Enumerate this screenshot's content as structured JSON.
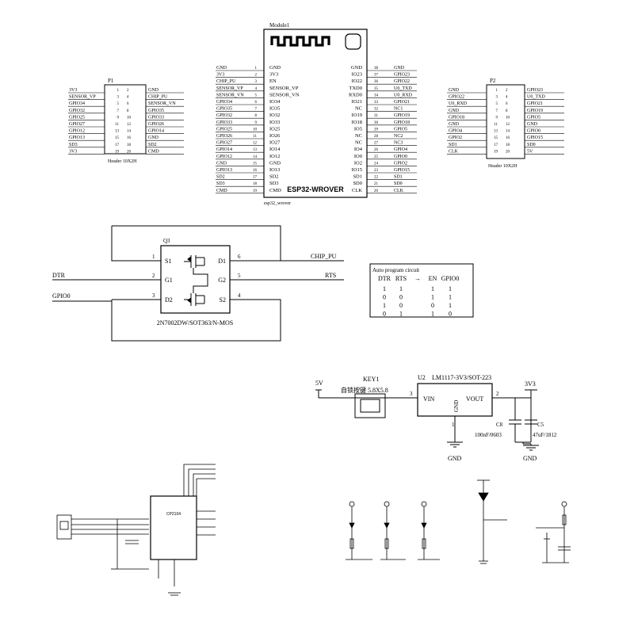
{
  "esp32_module": {
    "ref": "Module1",
    "chip_label": "ESP32-WROVER",
    "part": "esp32_wrover",
    "left_pins": [
      {
        "num": "1",
        "net": "GND",
        "name": "GND"
      },
      {
        "num": "2",
        "net": "3V3",
        "name": "3V3"
      },
      {
        "num": "3",
        "net": "CHIP_PU",
        "name": "EN"
      },
      {
        "num": "4",
        "net": "SENSOR_VP",
        "name": "SENSOR_VP"
      },
      {
        "num": "5",
        "net": "SENSOR_VN",
        "name": "SENSOR_VN"
      },
      {
        "num": "6",
        "net": "GPIO34",
        "name": "IO34"
      },
      {
        "num": "7",
        "net": "GPIO35",
        "name": "IO35"
      },
      {
        "num": "8",
        "net": "GPIO32",
        "name": "IO32"
      },
      {
        "num": "9",
        "net": "GPIO33",
        "name": "IO33"
      },
      {
        "num": "10",
        "net": "GPIO25",
        "name": "IO25"
      },
      {
        "num": "11",
        "net": "GPIO26",
        "name": "IO26"
      },
      {
        "num": "12",
        "net": "GPIO27",
        "name": "IO27"
      },
      {
        "num": "13",
        "net": "GPIO14",
        "name": "IO14"
      },
      {
        "num": "14",
        "net": "GPIO12",
        "name": "IO12"
      },
      {
        "num": "15",
        "net": "GND",
        "name": "GND"
      },
      {
        "num": "16",
        "net": "GPIO13",
        "name": "IO13"
      },
      {
        "num": "17",
        "net": "SD2",
        "name": "SD2"
      },
      {
        "num": "18",
        "net": "SD3",
        "name": "SD3"
      },
      {
        "num": "19",
        "net": "CMD",
        "name": "CMD"
      }
    ],
    "right_pins": [
      {
        "num": "38",
        "net": "GND",
        "name": "GND"
      },
      {
        "num": "37",
        "net": "GPIO23",
        "name": "IO23"
      },
      {
        "num": "36",
        "net": "GPIO22",
        "name": "IO22"
      },
      {
        "num": "35",
        "net": "U0_TXD",
        "name": "TXD0"
      },
      {
        "num": "34",
        "net": "U0_RXD",
        "name": "RXD0"
      },
      {
        "num": "33",
        "net": "GPIO21",
        "name": "IO21"
      },
      {
        "num": "32",
        "net": "NC1",
        "name": "NC"
      },
      {
        "num": "31",
        "net": "GPIO19",
        "name": "IO19"
      },
      {
        "num": "30",
        "net": "GPIO18",
        "name": "IO18"
      },
      {
        "num": "29",
        "net": "GPIO5",
        "name": "IO5"
      },
      {
        "num": "28",
        "net": "NC2",
        "name": "NC"
      },
      {
        "num": "27",
        "net": "NC3",
        "name": "NC"
      },
      {
        "num": "26",
        "net": "GPIO4",
        "name": "IO4"
      },
      {
        "num": "25",
        "net": "GPIO0",
        "name": "IO0"
      },
      {
        "num": "24",
        "net": "GPIO2",
        "name": "IO2"
      },
      {
        "num": "23",
        "net": "GPIO15",
        "name": "IO15"
      },
      {
        "num": "22",
        "net": "SD1",
        "name": "SD1"
      },
      {
        "num": "21",
        "net": "SD0",
        "name": "SD0"
      },
      {
        "num": "20",
        "net": "CLK",
        "name": "CLK"
      }
    ]
  },
  "header_p1": {
    "ref": "P1",
    "caption": "Header 10X2H",
    "rows": [
      {
        "l": "1",
        "r": "2",
        "ln": "3V3",
        "rn": "GND"
      },
      {
        "l": "3",
        "r": "4",
        "ln": "SENSOR_VP",
        "rn": "CHIP_PU"
      },
      {
        "l": "5",
        "r": "6",
        "ln": "GPIO34",
        "rn": "SENSOR_VN"
      },
      {
        "l": "7",
        "r": "8",
        "ln": "GPIO32",
        "rn": "GPIO35"
      },
      {
        "l": "9",
        "r": "10",
        "ln": "GPIO25",
        "rn": "GPIO33"
      },
      {
        "l": "11",
        "r": "12",
        "ln": "GPIO27",
        "rn": "GPIO26"
      },
      {
        "l": "13",
        "r": "14",
        "ln": "GPIO12",
        "rn": "GPIO14"
      },
      {
        "l": "15",
        "r": "16",
        "ln": "GPIO13",
        "rn": "GND"
      },
      {
        "l": "17",
        "r": "18",
        "ln": "SD3",
        "rn": "SD2"
      },
      {
        "l": "19",
        "r": "20",
        "ln": "3V3",
        "rn": "CMD"
      }
    ]
  },
  "header_p2": {
    "ref": "P2",
    "caption": "Header 10X2H",
    "rows": [
      {
        "l": "1",
        "r": "2",
        "ln": "GND",
        "rn": "GPIO23"
      },
      {
        "l": "3",
        "r": "4",
        "ln": "GPIO22",
        "rn": "U0_TXD"
      },
      {
        "l": "5",
        "r": "6",
        "ln": "U0_RXD",
        "rn": "GPIO21"
      },
      {
        "l": "7",
        "r": "8",
        "ln": "GND",
        "rn": "GPIO19"
      },
      {
        "l": "9",
        "r": "10",
        "ln": "GPIO18",
        "rn": "GPIO5"
      },
      {
        "l": "11",
        "r": "12",
        "ln": "GND",
        "rn": "GND"
      },
      {
        "l": "13",
        "r": "14",
        "ln": "GPIO4",
        "rn": "GPIO0"
      },
      {
        "l": "15",
        "r": "16",
        "ln": "GPIO2",
        "rn": "GPIO15"
      },
      {
        "l": "17",
        "r": "18",
        "ln": "SD1",
        "rn": "SD0"
      },
      {
        "l": "19",
        "r": "20",
        "ln": "CLK",
        "rn": "5V"
      }
    ]
  },
  "mosfet": {
    "ref": "Q3",
    "part": "2N7002DW/SOT363/N-MOS",
    "pins_left": [
      {
        "num": "1",
        "name": "S1"
      },
      {
        "num": "2",
        "name": "G1"
      },
      {
        "num": "3",
        "name": "D2"
      }
    ],
    "pins_right": [
      {
        "num": "6",
        "name": "D1"
      },
      {
        "num": "5",
        "name": "G2"
      },
      {
        "num": "4",
        "name": "S2"
      }
    ],
    "net_dtr": "DTR",
    "net_gpio0": "GPIO0",
    "net_chip_pu": "CHIP_PU",
    "net_rts": "RTS"
  },
  "auto_program": {
    "title": "Auto program circuit",
    "header": [
      "DTR",
      "RTS",
      "→",
      "EN",
      "GPIO0"
    ],
    "rows": [
      [
        "1",
        "1",
        "",
        "1",
        "1"
      ],
      [
        "0",
        "0",
        "",
        "1",
        "1"
      ],
      [
        "1",
        "0",
        "",
        "0",
        "1"
      ],
      [
        "0",
        "1",
        "",
        "1",
        "0"
      ]
    ]
  },
  "power": {
    "net_5v": "5V",
    "key_ref": "KEY1",
    "key_desc": "自锁按键 5.8X5.8",
    "reg_ref": "U2",
    "reg_part": "LM1117-3V3/SOT-223",
    "reg_vin": "VIN",
    "reg_vout": "VOUT",
    "reg_gnd": "GND",
    "pin_vin": "3",
    "pin_vout": "2",
    "pin_gnd": "1",
    "net_3v3": "3V3",
    "c8_ref": "C8",
    "c8_val": "100nF/0603",
    "c5_ref": "C5",
    "c5_val": "47uF/1812",
    "gnd_label_1": "GND",
    "gnd_label_2": "GND"
  },
  "usb_bridge": {
    "chip_label": "CP2104"
  }
}
